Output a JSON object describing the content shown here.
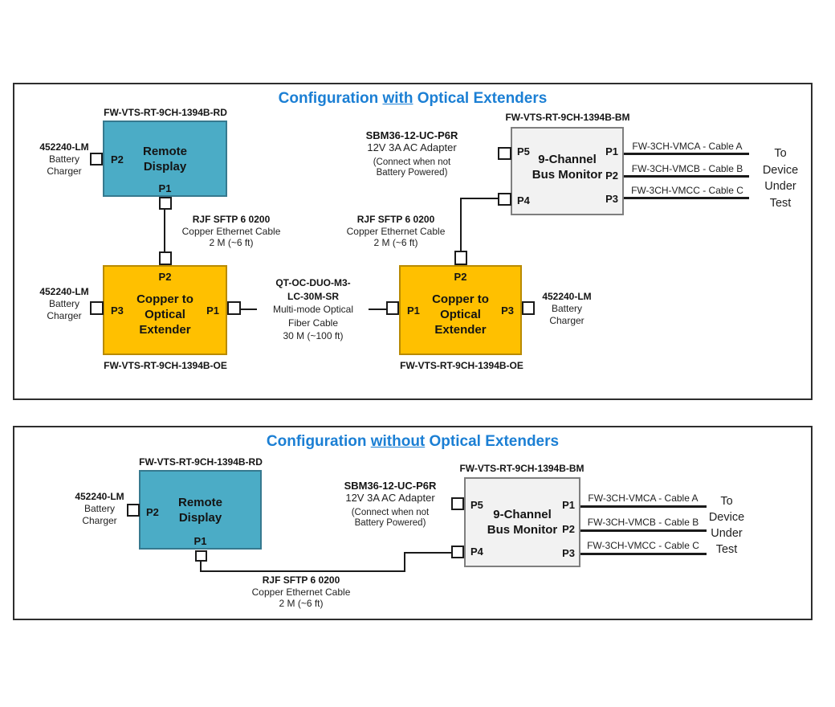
{
  "panels": [
    {
      "title": {
        "pre": "Configuration ",
        "emph": "with",
        "post": " Optical Extenders"
      },
      "remote_display": {
        "part": "FW-VTS-RT-9CH-1394B-RD",
        "title1": "Remote",
        "title2": "Display",
        "port_side": "P2",
        "port_bottom": "P1"
      },
      "battery_rd": {
        "part": "452240-LM",
        "line1": "Battery",
        "line2": "Charger"
      },
      "eth_cable_left": {
        "name": "RJF SFTP 6 0200",
        "type": "Copper Ethernet Cable",
        "length": "2 M (~6 ft)"
      },
      "extender_left": {
        "part": "FW-VTS-RT-9CH-1394B-OE",
        "port_top": "P2",
        "title1": "Copper to",
        "title2": "Optical",
        "title3": "Extender",
        "port_left": "P3",
        "port_right": "P1"
      },
      "battery_ext_left": {
        "part": "452240-LM",
        "line1": "Battery",
        "line2": "Charger"
      },
      "fiber_cable": {
        "name1": "QT-OC-DUO-M3-",
        "name2": "LC-30M-SR",
        "type1": "Multi-mode Optical",
        "type2": "Fiber Cable",
        "length": "30 M (~100 ft)"
      },
      "extender_right": {
        "part": "FW-VTS-RT-9CH-1394B-OE",
        "port_top": "P2",
        "title1": "Copper to",
        "title2": "Optical",
        "title3": "Extender",
        "port_left": "P1",
        "port_right": "P3"
      },
      "battery_ext_right": {
        "part": "452240-LM",
        "line1": "Battery",
        "line2": "Charger"
      },
      "eth_cable_right": {
        "name": "RJF SFTP 6 0200",
        "type": "Copper Ethernet Cable",
        "length": "2 M (~6 ft)"
      },
      "adapter": {
        "part": "SBM36-12-UC-P6R",
        "desc": "12V 3A AC Adapter",
        "note1": "(Connect when not",
        "note2": "Battery Powered)"
      },
      "bus_monitor": {
        "part": "FW-VTS-RT-9CH-1394B-BM",
        "title1": "9-Channel",
        "title2": "Bus Monitor",
        "port_p5": "P5",
        "port_p4": "P4",
        "port_p1": "P1",
        "port_p2": "P2",
        "port_p3": "P3"
      },
      "out_cables": [
        "FW-3CH-VMCA - Cable A",
        "FW-3CH-VMCB - Cable B",
        "FW-3CH-VMCC - Cable C"
      ],
      "dut": {
        "line1": "To",
        "line2": "Device",
        "line3": "Under",
        "line4": "Test"
      }
    },
    {
      "title": {
        "pre": "Configuration ",
        "emph": "without",
        "post": " Optical Extenders"
      },
      "remote_display": {
        "part": "FW-VTS-RT-9CH-1394B-RD",
        "title1": "Remote",
        "title2": "Display",
        "port_side": "P2",
        "port_bottom": "P1"
      },
      "battery_rd": {
        "part": "452240-LM",
        "line1": "Battery",
        "line2": "Charger"
      },
      "eth_cable": {
        "name": "RJF SFTP 6 0200",
        "type": "Copper Ethernet Cable",
        "length": "2 M (~6 ft)"
      },
      "adapter": {
        "part": "SBM36-12-UC-P6R",
        "desc": "12V 3A AC Adapter",
        "note1": "(Connect when not",
        "note2": "Battery Powered)"
      },
      "bus_monitor": {
        "part": "FW-VTS-RT-9CH-1394B-BM",
        "title1": "9-Channel",
        "title2": "Bus Monitor",
        "port_p5": "P5",
        "port_p4": "P4",
        "port_p1": "P1",
        "port_p2": "P2",
        "port_p3": "P3"
      },
      "out_cables": [
        "FW-3CH-VMCA - Cable A",
        "FW-3CH-VMCB - Cable B",
        "FW-3CH-VMCC - Cable C"
      ],
      "dut": {
        "line1": "To",
        "line2": "Device",
        "line3": "Under",
        "line4": "Test"
      }
    }
  ],
  "colors": {
    "title_blue": "#1b7fd4",
    "teal": "#4BACC6",
    "orange": "#FFC000",
    "gray": "#F2F2F2",
    "ink": "#1a1a1a"
  }
}
